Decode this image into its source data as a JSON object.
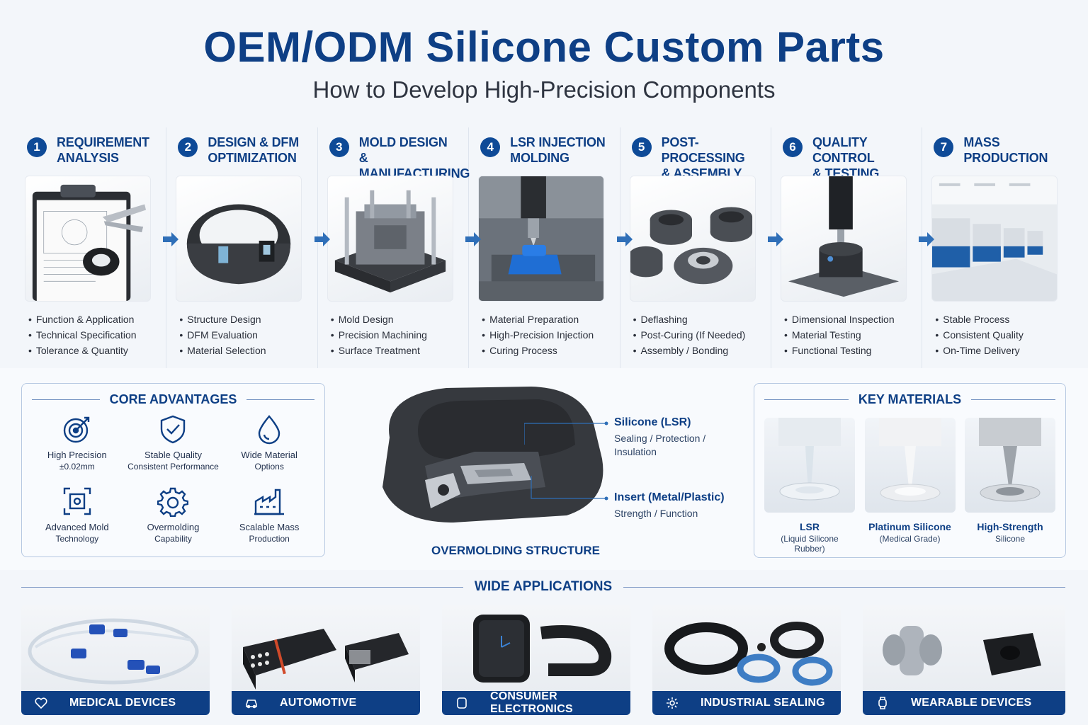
{
  "header": {
    "title": "OEM/ODM Silicone Custom Parts",
    "subtitle": "How to Develop High-Precision Components"
  },
  "steps": [
    {
      "number": "1",
      "title": "REQUIREMENT\nANALYSIS",
      "items": [
        "Function & Application",
        "Technical Specification",
        "Tolerance & Quantity"
      ]
    },
    {
      "number": "2",
      "title": "DESIGN & DFM\nOPTIMIZATION",
      "items": [
        "Structure Design",
        "DFM Evaluation",
        "Material Selection"
      ]
    },
    {
      "number": "3",
      "title": "MOLD DESIGN\n& MANUFACTURING",
      "items": [
        "Mold Design",
        "Precision Machining",
        "Surface Treatment"
      ]
    },
    {
      "number": "4",
      "title": "LSR INJECTION\nMOLDING",
      "items": [
        "Material Preparation",
        "High-Precision Injection",
        "Curing Process"
      ]
    },
    {
      "number": "5",
      "title": "POST-PROCESSING\n& ASSEMBLY",
      "items": [
        "Deflashing",
        "Post-Curing (If Needed)",
        "Assembly / Bonding"
      ]
    },
    {
      "number": "6",
      "title": "QUALITY CONTROL\n& TESTING",
      "items": [
        "Dimensional Inspection",
        "Material Testing",
        "Functional Testing"
      ]
    },
    {
      "number": "7",
      "title": "MASS\nPRODUCTION",
      "items": [
        "Stable Process",
        "Consistent Quality",
        "On-Time Delivery"
      ]
    }
  ],
  "advantages": {
    "title": "CORE ADVANTAGES",
    "items": [
      {
        "icon": "target-icon",
        "title": "High Precision",
        "sub": "±0.02mm"
      },
      {
        "icon": "shield-check-icon",
        "title": "Stable Quality",
        "sub": "Consistent Performance"
      },
      {
        "icon": "droplet-icon",
        "title": "Wide Material",
        "sub": "Options"
      },
      {
        "icon": "mold-frame-icon",
        "title": "Advanced Mold",
        "sub": "Technology"
      },
      {
        "icon": "gear-icon",
        "title": "Overmolding",
        "sub": "Capability"
      },
      {
        "icon": "factory-icon",
        "title": "Scalable Mass",
        "sub": "Production"
      }
    ]
  },
  "structure": {
    "silicone_label": "Silicone (LSR)",
    "silicone_sub": "Sealing / Protection /\nInsulation",
    "insert_label": "Insert (Metal/Plastic)",
    "insert_sub": "Strength / Function",
    "caption": "OVERMOLDING STRUCTURE"
  },
  "materials": {
    "title": "KEY MATERIALS",
    "items": [
      {
        "title": "LSR",
        "sub": "(Liquid Silicone Rubber)"
      },
      {
        "title": "Platinum Silicone",
        "sub": "(Medical Grade)"
      },
      {
        "title": "High-Strength",
        "sub": "Silicone"
      }
    ]
  },
  "applications": {
    "title": "WIDE APPLICATIONS",
    "items": [
      {
        "icon": "heart-icon",
        "label": "MEDICAL DEVICES"
      },
      {
        "icon": "car-icon",
        "label": "AUTOMOTIVE"
      },
      {
        "icon": "device-icon",
        "label": "CONSUMER ELECTRONICS"
      },
      {
        "icon": "gear-icon",
        "label": "INDUSTRIAL SEALING"
      },
      {
        "icon": "watch-icon",
        "label": "WEARABLE DEVICES"
      }
    ]
  },
  "colors": {
    "brand": "#0e3f85",
    "accent": "#2f6fb8",
    "part": "#3a3d42"
  }
}
